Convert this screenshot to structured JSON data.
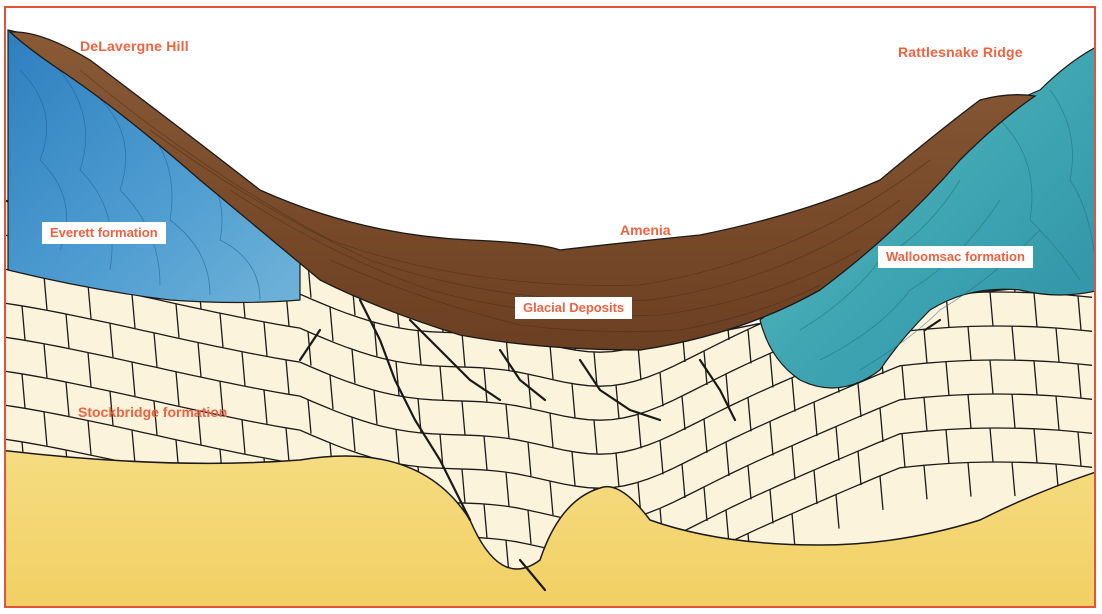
{
  "labels": {
    "delavergne_hill": "DeLavergne Hill",
    "rattlesnake_ridge": "Rattlesnake Ridge",
    "everett_formation": "Everett formation",
    "amenia": "Amenia",
    "walloomsac_formation": "Walloomsac formation",
    "glacial_deposits": "Glacial Deposits",
    "stockbridge_formation": "Stockbridge formation"
  },
  "colors": {
    "label_text": "#f0623f",
    "frame": "#e2533a",
    "glacial_deposits": "#7a4a2a",
    "everett_blue": "#3f8fc4",
    "walloomsac_teal": "#4fb3b8",
    "stockbridge_blocks": "#fbf3dc",
    "bedrock_sand": "#f3d77a",
    "fracture_lines": "#1c1a18"
  }
}
